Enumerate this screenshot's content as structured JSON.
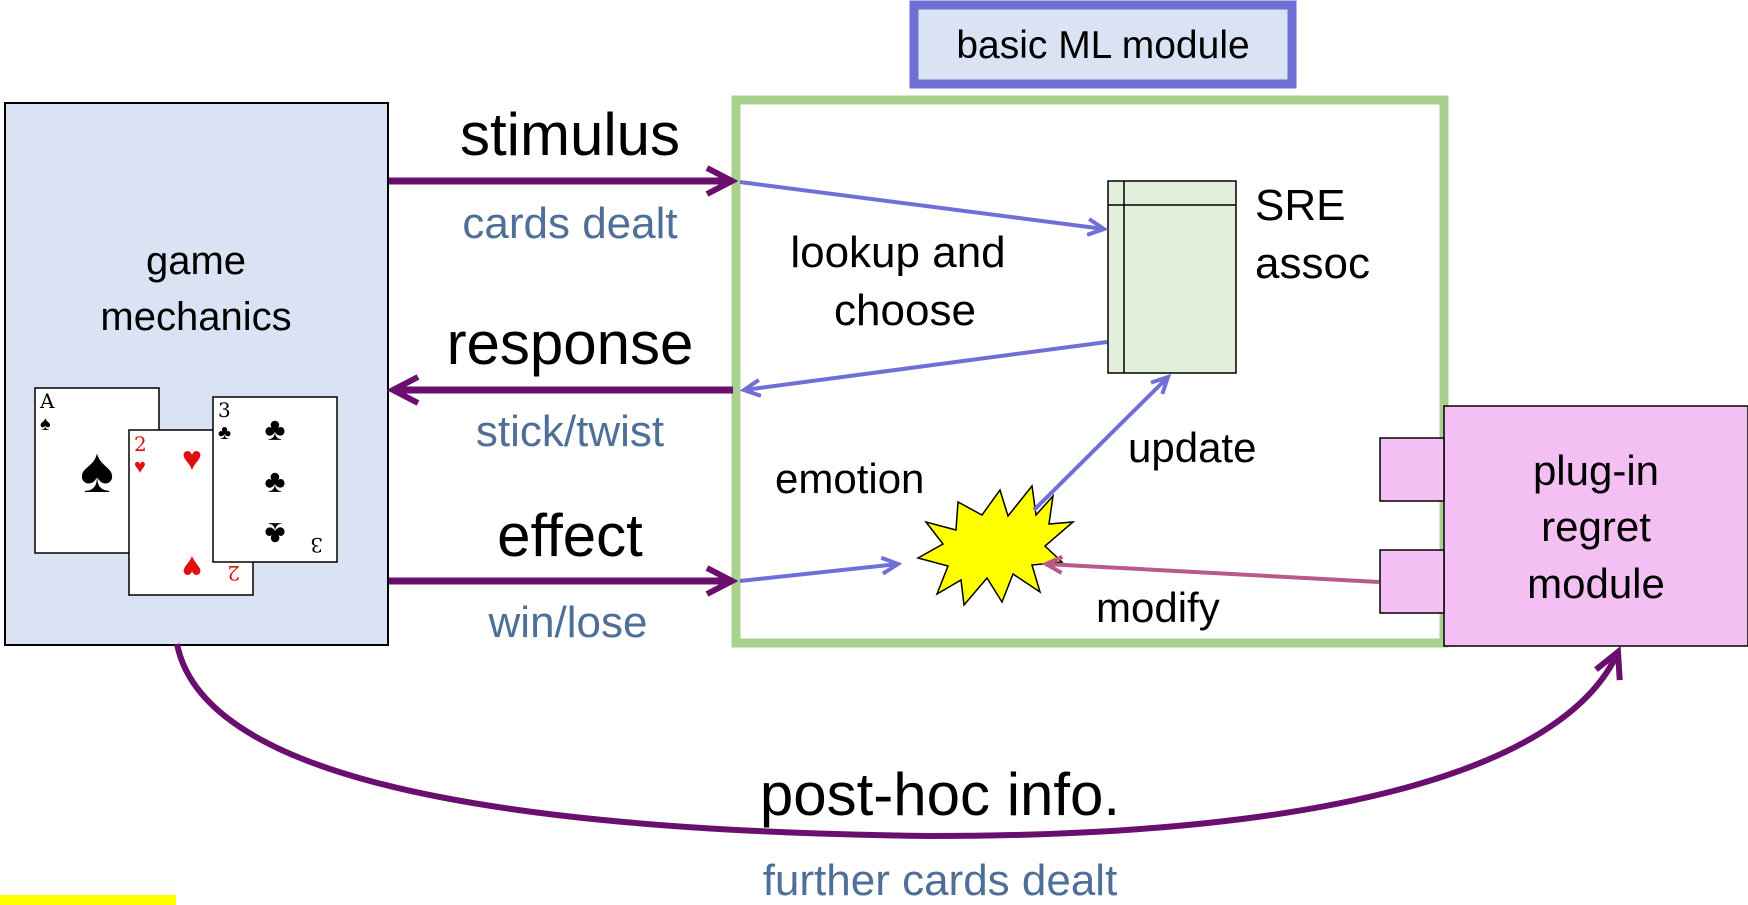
{
  "ml_module_label": "basic ML module",
  "game_mechanics": {
    "line1": "game",
    "line2": "mechanics"
  },
  "flows": {
    "stimulus": {
      "title": "stimulus",
      "detail": "cards dealt"
    },
    "response": {
      "title": "response",
      "detail": "stick/twist"
    },
    "effect": {
      "title": "effect",
      "detail": "win/lose"
    },
    "post_hoc": {
      "title": "post-hoc info.",
      "detail": "further cards dealt"
    }
  },
  "internal": {
    "lookup_line1": "lookup and",
    "lookup_line2": "choose",
    "sre_line1": "SRE",
    "sre_line2": "assoc",
    "update": "update",
    "emotion": "emotion",
    "modify": "modify"
  },
  "regret_module": {
    "line1": "plug-in",
    "line2": "regret",
    "line3": "module"
  },
  "cards": [
    {
      "rank": "A",
      "suit": "♠",
      "color": "#000000"
    },
    {
      "rank": "2",
      "suit": "♥",
      "color": "#e01010"
    },
    {
      "rank": "3",
      "suit": "♣",
      "color": "#000000"
    }
  ],
  "colors": {
    "flow_arrow": "#6b0f6f",
    "internal_arrow": "#6f6fd6",
    "modify_arrow": "#b85a8a",
    "detail_text": "#4f6f98",
    "game_box_fill": "#dae3f3",
    "ml_box_border": "#a9d18e",
    "ml_label_fill": "#dae3f3",
    "ml_label_border": "#6f6fd6",
    "sre_fill": "#e2efda",
    "regret_fill": "#f4bff2",
    "emotion_fill": "#ffff00"
  }
}
